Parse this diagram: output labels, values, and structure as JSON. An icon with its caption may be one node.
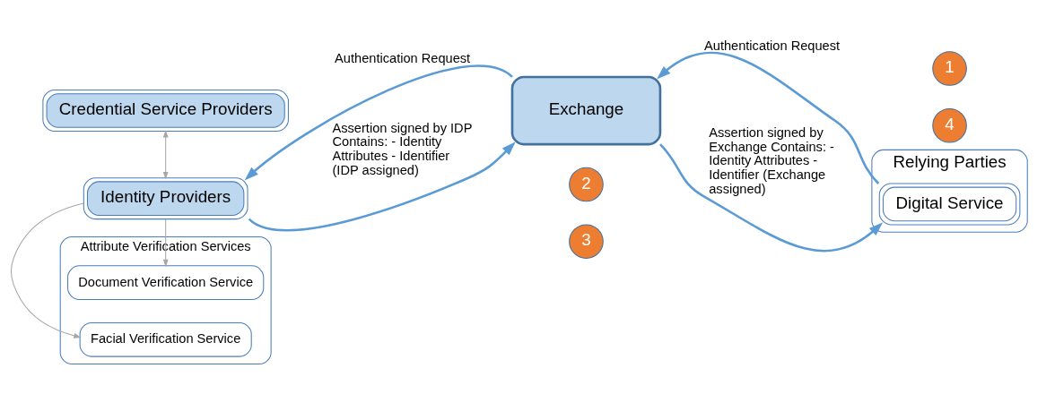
{
  "diagram": {
    "nodes": [
      {
        "text": [
          "Attribute Verification Services"
        ]
      },
      {
        "text": [
          "Document Verification Service"
        ],
        "in": 0
      },
      {
        "text": [
          "Facial Verification Service"
        ],
        "in": 0
      },
      {
        "text": [
          "Identity Providers"
        ]
      },
      {
        "text": [
          "Exchange"
        ]
      },
      {
        "text": [
          "Relying Parties"
        ]
      },
      {
        "text": [
          "Digital Service"
        ],
        "in": 5
      },
      {
        "text": [
          "Credential Service Providers"
        ]
      },
      {
        "text": [
          "2"
        ]
      },
      {
        "text": [
          "1"
        ]
      },
      {
        "text": [
          "3"
        ]
      },
      {
        "text": [
          "4"
        ]
      }
    ],
    "edges": [
      {
        "from": 3,
        "to": 1,
        "arrow": "to",
        "color": "#a6a6a6"
      },
      {
        "from": 3,
        "to": 2,
        "arrow": "to",
        "color": "#a6a6a6"
      },
      {
        "from": 4,
        "to": 3,
        "arrow": "to",
        "label": "Authentication Request"
      },
      {
        "from": 3,
        "to": 4,
        "arrow": "to",
        "label": "Assertion signed by IDP Contains: - Identity Attributes - Identifier (IDP assigned)"
      },
      {
        "from": 4,
        "to": 5,
        "arrow": "to",
        "label": "Assertion signed by Exchange Contains: - Identity Attributes - Identifier (Exchange assigned)"
      },
      {
        "from": 5,
        "to": 4,
        "arrow": "to",
        "label": "Authentication Request"
      },
      {
        "from": 3,
        "to": 7,
        "arrow": "both",
        "color": "#a6a6a6"
      }
    ]
  }
}
